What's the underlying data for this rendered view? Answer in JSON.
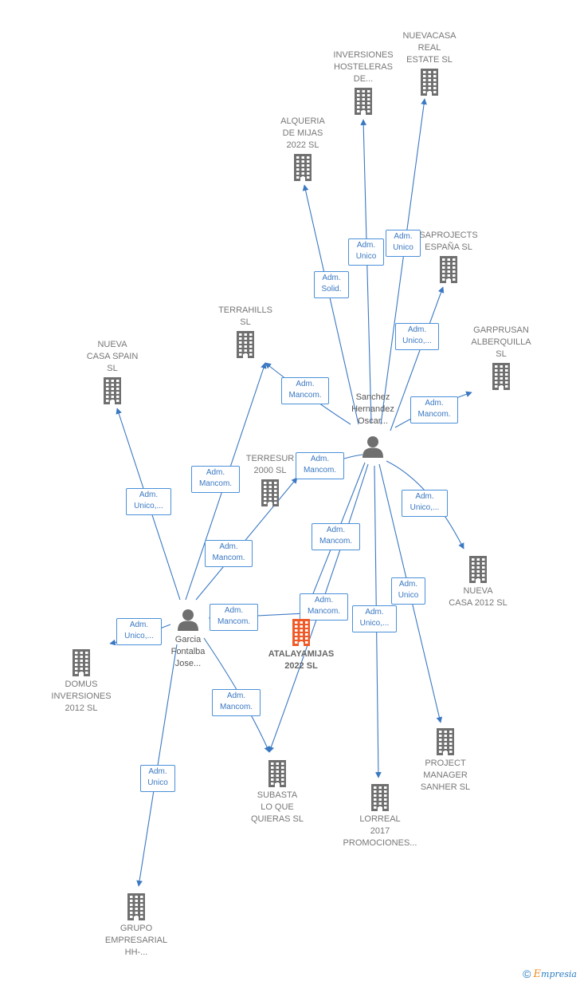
{
  "nodes": [
    {
      "id": "nuevacasa_real",
      "type": "company",
      "label": "NUEVACASA\nREAL\nESTATE  SL",
      "label_pos": "above"
    },
    {
      "id": "inversiones_hosteleras",
      "type": "company",
      "label": "INVERSIONES\nHOSTELERAS\nDE...",
      "label_pos": "above"
    },
    {
      "id": "alqueria",
      "type": "company",
      "label": "ALQUERIA\nDE MIJAS\n2022  SL",
      "label_pos": "above"
    },
    {
      "id": "saprojects",
      "type": "company",
      "label": "SAPROJECTS\nESPAÑA  SL",
      "label_pos": "above"
    },
    {
      "id": "terrahills",
      "type": "company",
      "label": "TERRAHILLS\nSL",
      "label_pos": "above"
    },
    {
      "id": "garprusan",
      "type": "company",
      "label": "GARPRUSAN\nALBERQUILLA\nSL",
      "label_pos": "above"
    },
    {
      "id": "nueva_casa_spain",
      "type": "company",
      "label": "NUEVA\nCASA SPAIN\nSL",
      "label_pos": "above"
    },
    {
      "id": "terresur",
      "type": "company",
      "label": "TERRESUR\n2000  SL",
      "label_pos": "above"
    },
    {
      "id": "nueva_casa_2012",
      "type": "company",
      "label": "NUEVA\nCASA 2012 SL",
      "label_pos": "below"
    },
    {
      "id": "atalayamijas",
      "type": "company",
      "label": "ATALAYAMIJAS\n2022  SL",
      "label_pos": "below",
      "main": true
    },
    {
      "id": "domus",
      "type": "company",
      "label": "DOMUS\nINVERSIONES\n2012 SL",
      "label_pos": "below"
    },
    {
      "id": "project_manager",
      "type": "company",
      "label": "PROJECT\nMANAGER\nSANHER  SL",
      "label_pos": "below"
    },
    {
      "id": "subasta",
      "type": "company",
      "label": "SUBASTA\nLO QUE\nQUIERAS  SL",
      "label_pos": "below"
    },
    {
      "id": "lorreal",
      "type": "company",
      "label": "LORREAL\n2017\nPROMOCIONES...",
      "label_pos": "below"
    },
    {
      "id": "grupo_empresarial",
      "type": "company",
      "label": "GRUPO\nEMPRESARIAL\nHH-...",
      "label_pos": "below"
    },
    {
      "id": "sanchez",
      "type": "person",
      "label": "Sanchez\nHernandez\nOscar...",
      "label_pos": "top-person"
    },
    {
      "id": "garcia",
      "type": "person",
      "label": "Garcia\nFontalba\nJose...",
      "label_pos": "bottom-person"
    }
  ],
  "edges": [
    {
      "from": "sanchez",
      "to": "nuevacasa_real",
      "label": "Adm.\nUnico"
    },
    {
      "from": "sanchez",
      "to": "inversiones_hosteleras",
      "label": "Adm.\nUnico"
    },
    {
      "from": "sanchez",
      "to": "alqueria",
      "label": "Adm.\nSolid."
    },
    {
      "from": "sanchez",
      "to": "saprojects",
      "label": "Adm.\nUnico,..."
    },
    {
      "from": "sanchez",
      "to": "terrahills",
      "label": "Adm.\nMancom."
    },
    {
      "from": "sanchez",
      "to": "garprusan",
      "label": "Adm.\nMancom."
    },
    {
      "from": "sanchez",
      "to": "terresur",
      "label": "Adm.\nMancom."
    },
    {
      "from": "sanchez",
      "to": "nueva_casa_2012",
      "label": "Adm.\nUnico,..."
    },
    {
      "from": "sanchez",
      "to": "atalayamijas",
      "label": "Adm.\nMancom."
    },
    {
      "from": "sanchez",
      "to": "subasta",
      "label": "Adm.\nMancom."
    },
    {
      "from": "sanchez",
      "to": "lorreal",
      "label": "Adm.\nUnico,..."
    },
    {
      "from": "sanchez",
      "to": "project_manager",
      "label": "Adm.\nUnico"
    },
    {
      "from": "garcia",
      "to": "nueva_casa_spain",
      "label": "Adm.\nUnico,..."
    },
    {
      "from": "garcia",
      "to": "terrahills",
      "label": "Adm.\nMancom."
    },
    {
      "from": "garcia",
      "to": "terresur",
      "label": "Adm.\nMancom."
    },
    {
      "from": "garcia",
      "to": "atalayamijas",
      "label": "Adm.\nMancom."
    },
    {
      "from": "garcia",
      "to": "domus",
      "label": "Adm.\nUnico,..."
    },
    {
      "from": "garcia",
      "to": "subasta",
      "label": "Adm.\nMancom."
    },
    {
      "from": "garcia",
      "to": "grupo_empresarial",
      "label": "Adm.\nUnico"
    }
  ],
  "colors": {
    "edge": "#3a78c2",
    "company": "#6f6f6f",
    "main_company": "#f05a28",
    "person": "#6f6f6f"
  },
  "footer": {
    "copyright": "©",
    "brand_initial": "E",
    "brand_rest": "mpresia"
  }
}
